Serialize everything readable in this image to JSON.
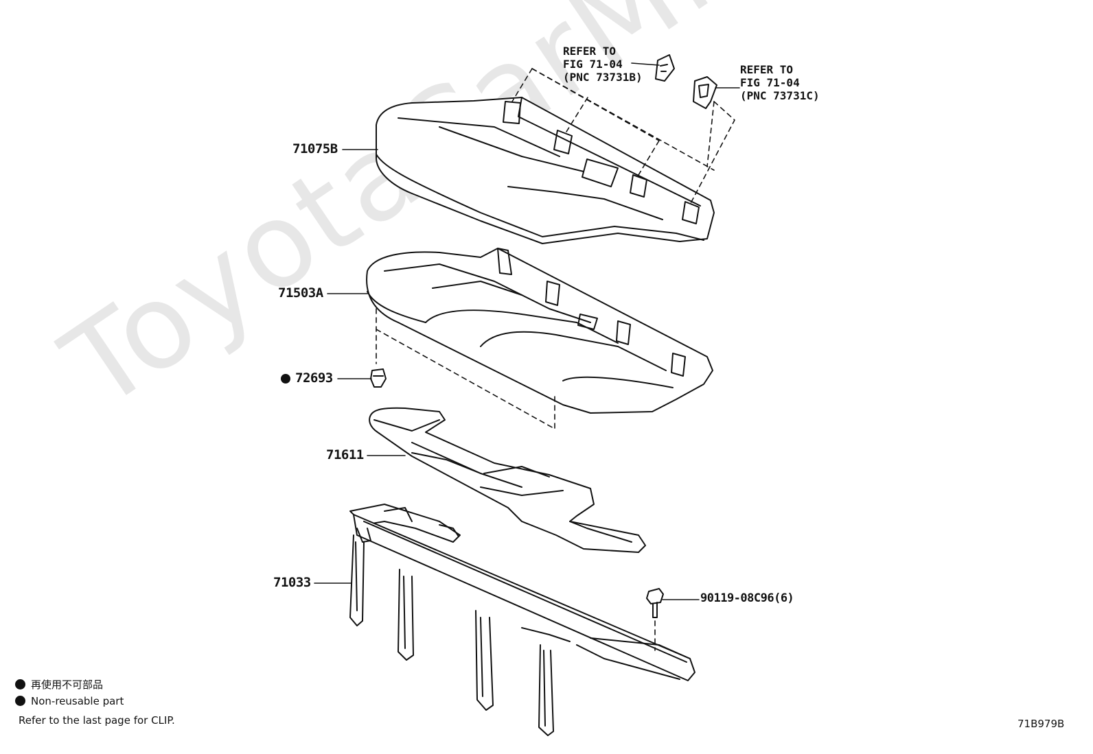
{
  "watermark": "ToyotaCarMine.ru",
  "parts": {
    "cover": "71075B",
    "cushion": "71503A",
    "clip": "72693",
    "pad": "71611",
    "frame": "71033",
    "bolt": "90119-08C96(6)"
  },
  "refs": {
    "ref_b": {
      "line1": "REFER TO",
      "line2": "FIG 71-04",
      "line3": "(PNC 73731B)"
    },
    "ref_c": {
      "line1": "REFER TO",
      "line2": "FIG 71-04",
      "line3": "(PNC 73731C)"
    }
  },
  "legend": {
    "japanese": "再使用不可部品",
    "english": "Non-reusable part",
    "note": "Refer to the last page for CLIP."
  },
  "figure_code": "71B979B"
}
